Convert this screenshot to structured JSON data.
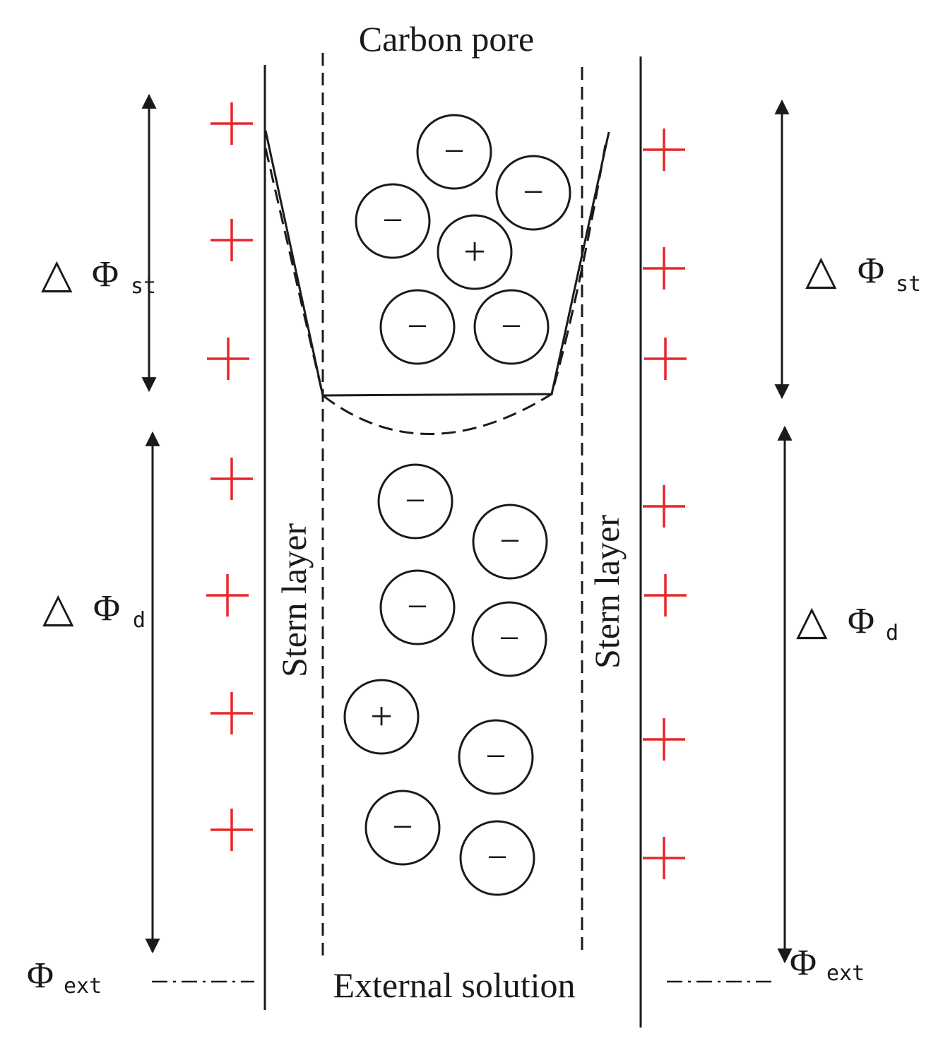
{
  "labels": {
    "top": "Carbon pore",
    "bottom": "External solution",
    "stern_left": "Stern layer",
    "stern_right": "Stern layer"
  },
  "potentials": {
    "delta_symbol": "△",
    "phi_symbol": "Φ",
    "st_subscript": "st",
    "d_subscript": "d",
    "ext_subscript": "ext"
  },
  "ion_signs": {
    "anion": "−",
    "cation": "+"
  },
  "colors": {
    "surface_charge": "#e8262a",
    "ink": "#1a1a1a"
  }
}
